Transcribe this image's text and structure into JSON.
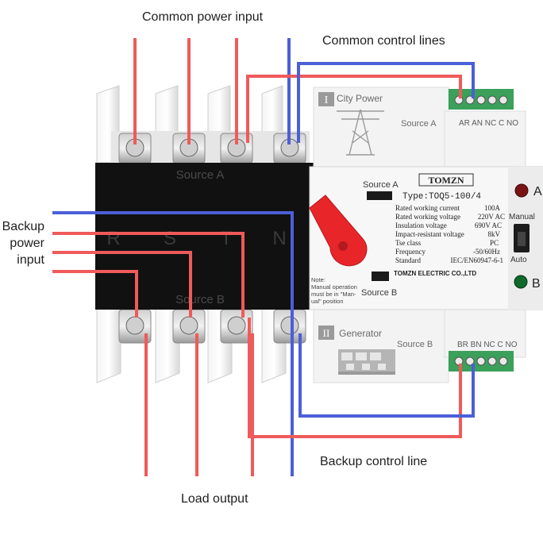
{
  "labels": {
    "common_power_input": "Common power input",
    "common_control_lines": "Common control lines",
    "backup_power_input": [
      "Backup",
      "power",
      "input"
    ],
    "backup_control_line": "Backup control line",
    "load_output": "Load output"
  },
  "device": {
    "source_a_block": "Source A",
    "source_b_block": "Source B",
    "phase_letters": [
      "R",
      "S",
      "T",
      "N"
    ],
    "brand": "TOMZN",
    "model": "Type:TOQ5-100/4",
    "specs": [
      {
        "name": "Rated working current",
        "value": "100A"
      },
      {
        "name": "Rated working voltage",
        "value": "220V AC"
      },
      {
        "name": "Insulation voltage",
        "value": "690V AC"
      },
      {
        "name": "Impact-resistant voltage",
        "value": "8kV"
      },
      {
        "name": "Tse class",
        "value": "PC"
      },
      {
        "name": "Frequency",
        "value": "-50/60Hz"
      },
      {
        "name": "Standard",
        "value": "IEC/EN60947-6-1"
      }
    ],
    "company": "TOMZN ELECTRIC CO.,LTD",
    "panel_source_a": "Source A",
    "panel_source_b": "Source B",
    "note": [
      "Note:",
      "Manual operation",
      "must be in \"Man-",
      "ual\" position"
    ],
    "indicator_a": "A",
    "indicator_b": "B",
    "manual": "Manual",
    "auto": "Auto",
    "city_power_numeral": "I",
    "city_power": "City Power",
    "module_a_source": "Source A",
    "module_a_terminals": "AR AN NC C NO",
    "generator_numeral": "II",
    "generator": "Generator",
    "module_b_source": "Source B",
    "module_b_terminals": "BR BN NC C NO"
  },
  "colors": {
    "red_wire": "#ef5a5a",
    "blue_wire": "#4b5fd8",
    "body_dark": "#111111",
    "terminal_green": "#3aa05a",
    "knob_red": "#e8262a"
  }
}
